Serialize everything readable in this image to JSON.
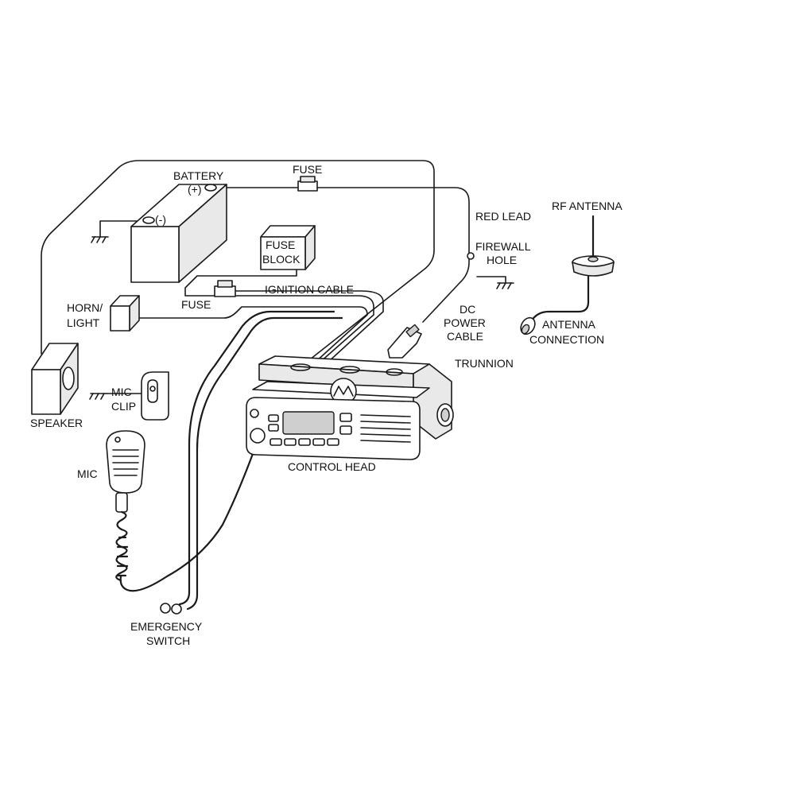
{
  "labels": {
    "battery": "BATTERY",
    "battery_plus": "(+)",
    "battery_minus": "(-)",
    "fuse_top": "FUSE",
    "red_lead": "RED LEAD",
    "rf_antenna": "RF ANTENNA",
    "firewall_line1": "FIREWALL",
    "firewall_line2": "HOLE",
    "fuse_block_line1": "FUSE",
    "fuse_block_line2": "BLOCK",
    "ignition_cable": "IGNITION CABLE",
    "fuse_ignition": "FUSE",
    "horn_line1": "HORN/",
    "horn_line2": "LIGHT",
    "dc_line1": "DC",
    "dc_line2": "POWER",
    "dc_line3": "CABLE",
    "antenna_conn_line1": "ANTENNA",
    "antenna_conn_line2": "CONNECTION",
    "trunnion": "TRUNNION",
    "mic_clip_line1": "MIC",
    "mic_clip_line2": "CLIP",
    "speaker": "SPEAKER",
    "control_head": "CONTROL HEAD",
    "mic": "MIC",
    "emergency_line1": "EMERGENCY",
    "emergency_line2": "SWITCH"
  },
  "colors": {
    "line": "#1a1a1a",
    "background": "#ffffff",
    "shade": "#e9e9e9"
  }
}
